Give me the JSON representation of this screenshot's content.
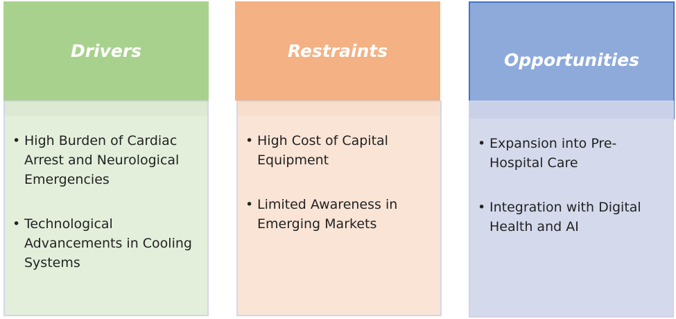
{
  "columns": [
    {
      "title": "Drivers",
      "header_color": "#a9d18e",
      "body_color": "#e3efdb",
      "items": [
        "High Burden of Cardiac Arrest and Neurological Emergencies",
        "Technological Advancements in Cooling Systems"
      ]
    },
    {
      "title": "Restraints",
      "header_color": "#f4b183",
      "body_color": "#f9e4d6",
      "items": [
        "High Cost of Capital Equipment",
        "Limited Awareness in Emerging Markets"
      ]
    },
    {
      "title": "Opportunities",
      "header_color": "#8eaadb",
      "body_color": "#d4d9ec",
      "items": [
        "Expansion into Pre-Hospital Care",
        "Integration with Digital Health and AI"
      ]
    }
  ]
}
